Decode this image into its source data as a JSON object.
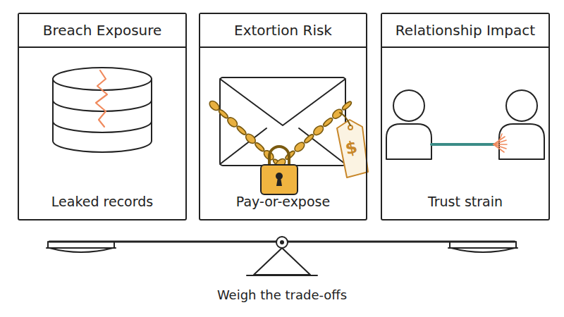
{
  "diagram": {
    "caption": "Weigh the trade-offs",
    "nodes": [
      {
        "text": [
          "Breach Exposure",
          "Leaked records"
        ]
      },
      {
        "text": [
          "Extortion Risk",
          "Pay-or-expose"
        ]
      },
      {
        "text": [
          "Relationship Impact",
          "Trust strain"
        ]
      }
    ],
    "labels": [
      "$"
    ]
  }
}
